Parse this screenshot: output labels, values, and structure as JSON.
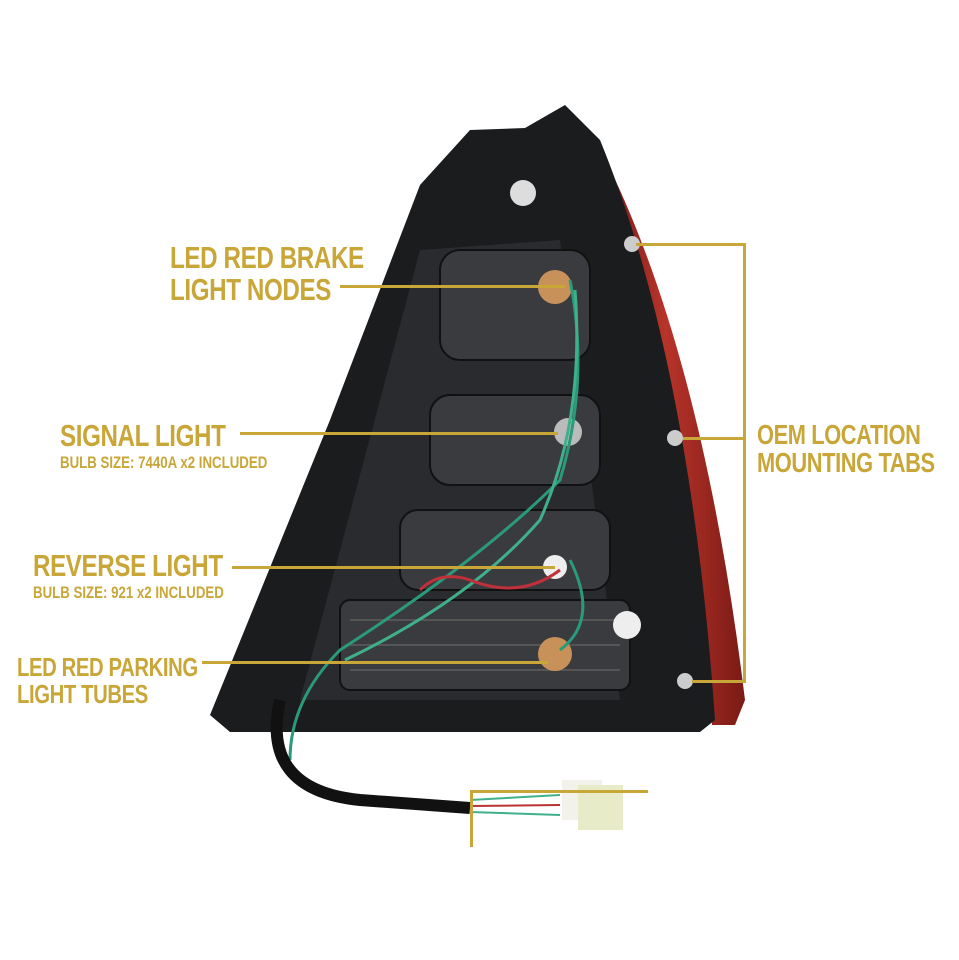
{
  "callouts": {
    "brake": {
      "line1": "LED RED BRAKE",
      "line2": "LIGHT NODES"
    },
    "signal": {
      "title": "SIGNAL LIGHT",
      "subtitle": "BULB SIZE: 7440A x2 INCLUDED"
    },
    "reverse": {
      "title": "REVERSE LIGHT",
      "subtitle": "BULB SIZE: 921 x2 INCLUDED"
    },
    "parking": {
      "line1": "LED RED PARKING",
      "line2": "LIGHT TUBES"
    },
    "mounting": {
      "line1": "OEM LOCATION",
      "line2": "MOUNTING TABS"
    }
  },
  "colors": {
    "accent": "#c9a638",
    "housing": "#1b1c1e",
    "lens_red": "#9e2620"
  }
}
